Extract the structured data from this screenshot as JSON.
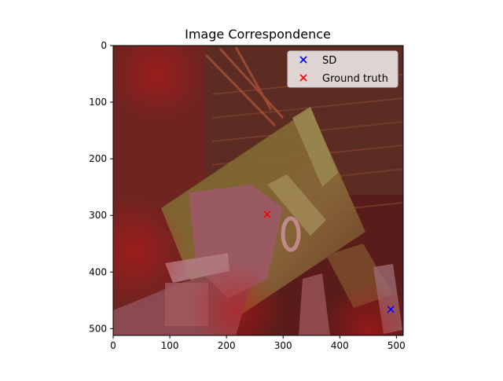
{
  "chart_data": {
    "type": "scatter",
    "title": "Image Correspondence",
    "xlabel": "",
    "ylabel": "",
    "xlim": [
      0,
      512
    ],
    "ylim": [
      512,
      0
    ],
    "y_inverted": true,
    "grid": false,
    "legend_position": "upper right",
    "x_ticks": [
      0,
      100,
      200,
      300,
      400,
      500
    ],
    "y_ticks": [
      0,
      100,
      200,
      300,
      400,
      500
    ],
    "background": "image (overhead photo of a hand holding scissors over a wooden board, overlaid with a red heatmap)",
    "series": [
      {
        "name": "SD",
        "marker": "x",
        "color": "#0000ff",
        "points": [
          [
            490,
            466
          ]
        ]
      },
      {
        "name": "Ground truth",
        "marker": "x",
        "color": "#ff0000",
        "points": [
          [
            272,
            298
          ]
        ]
      }
    ]
  }
}
